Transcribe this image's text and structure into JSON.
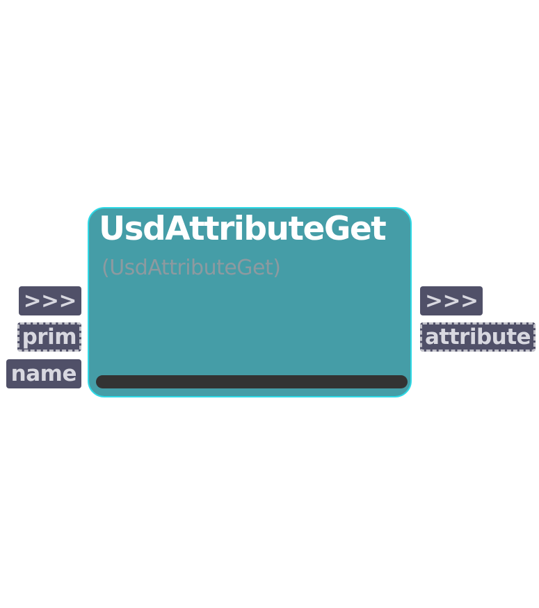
{
  "node": {
    "title": "UsdAttributeGet",
    "subtitle": "(UsdAttributeGet)",
    "progress": 1.0
  },
  "inputs": [
    {
      "label": ">>>",
      "style": "solid"
    },
    {
      "label": "prim",
      "style": "dashed"
    },
    {
      "label": "name",
      "style": "solid"
    }
  ],
  "outputs": [
    {
      "label": ">>>",
      "style": "solid"
    },
    {
      "label": "attribute",
      "style": "dashed"
    }
  ],
  "colors": {
    "node_fill": "#459da7",
    "node_border": "#2fd9e6",
    "port_fill": "#505068",
    "port_text": "#d8d8e0",
    "progress_bar": "#333333"
  }
}
